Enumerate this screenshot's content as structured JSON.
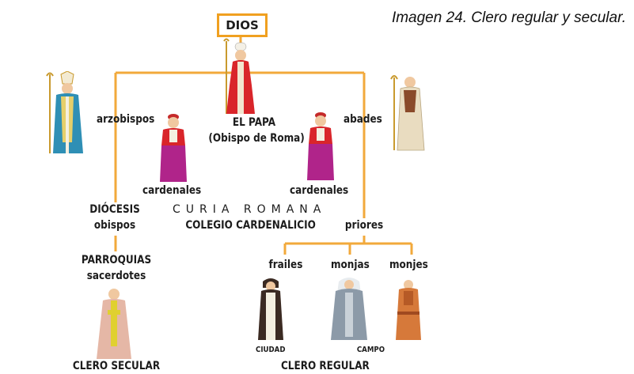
{
  "caption": "Imagen 24.  Clero regular y secular.",
  "nodes": {
    "dios": "DIOS",
    "papa": "EL PAPA",
    "papa_sub": "(Obispo de Roma)",
    "arzobispos": "arzobispos",
    "abades": "abades",
    "cardenales_left": "cardenales",
    "cardenales_right": "cardenales",
    "diocesis": "DIÓCESIS",
    "obispos": "obispos",
    "curia": "CURIA ROMANA",
    "colegio": "COLEGIO CARDENALICIO",
    "priores": "priores",
    "parroquias": "PARROQUIAS",
    "sacerdotes": "sacerdotes",
    "frailes": "frailes",
    "monjas": "monjas",
    "monjes": "monjes",
    "ciudad": "CIUDAD",
    "campo": "CAMPO",
    "clero_secular": "CLERO SECULAR",
    "clero_regular": "CLERO REGULAR"
  },
  "colors": {
    "connector": "#f2a93b",
    "box_border": "#f0a020",
    "pope_red": "#d9252a",
    "cardinal_magenta": "#b0248a",
    "archbishop_blue": "#2f8fb5",
    "abbot_cream": "#e9dcc0",
    "friar_dark": "#3b2a22",
    "nun_gray": "#8c9aa8",
    "monk_orange": "#d6793a",
    "priest_pink": "#e5b7a6"
  },
  "icons": [
    "archbishop-figure",
    "pope-figure",
    "cardinal-figure",
    "abbot-figure",
    "priest-figure",
    "friar-figure",
    "nun-figure",
    "monk-figure"
  ]
}
